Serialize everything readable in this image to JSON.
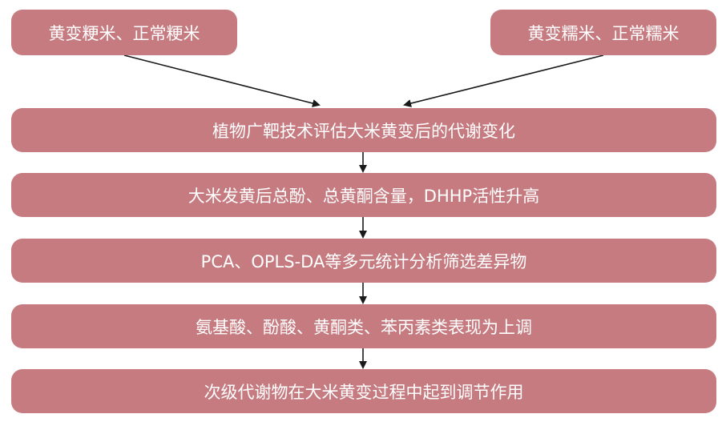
{
  "inputs": {
    "left": "黄变粳米、正常粳米",
    "right": "黄变糯米、正常糯米"
  },
  "steps": [
    "植物广靶技术评估大米黄变后的代谢变化",
    "大米发黄后总酚、总黄酮含量，DHHP活性升高",
    "PCA、OPLS-DA等多元统计分析筛选差异物",
    "氨基酸、酚酸、黄酮类、苯丙素类表现为上调",
    "次级代谢物在大米黄变过程中起到调节作用"
  ],
  "colors": {
    "box_fill": "#c67b80",
    "box_text": "#ffffff",
    "arrow": "#1a1a1a"
  }
}
